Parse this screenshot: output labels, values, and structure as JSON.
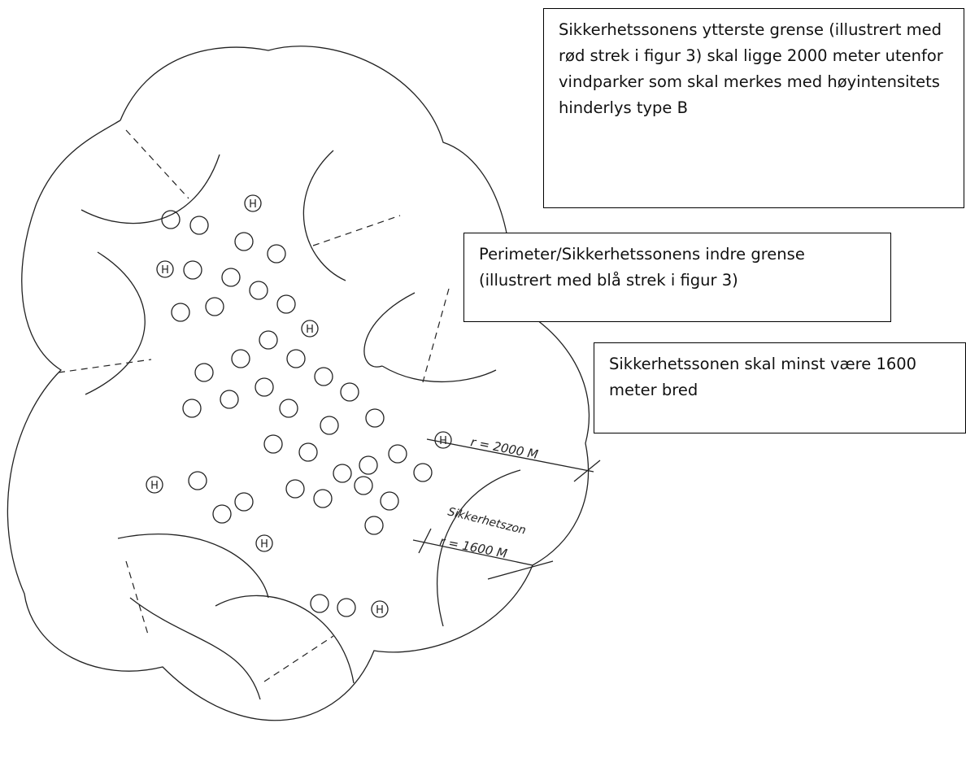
{
  "labels": {
    "outer_boundary_note": "Sikkerhetssonens ytterste grense (illustrert med rød strek i figur 3) skal ligge 2000 meter utenfor vindparker som skal merkes med høyintensitets hinderlys type B",
    "inner_boundary_note": "Perimeter/Sikkerhetssonens indre grense (illustrert med blå strek i figur 3)",
    "width_note": "Sikkerhetssonen skal minst være 1600 meter bred"
  },
  "sketch": {
    "radius_outer_label": "r = 2000 M",
    "radius_inner_label": "r = 1600 M",
    "zone_label": "Sikkerhetszon",
    "marker_letter": "H"
  }
}
